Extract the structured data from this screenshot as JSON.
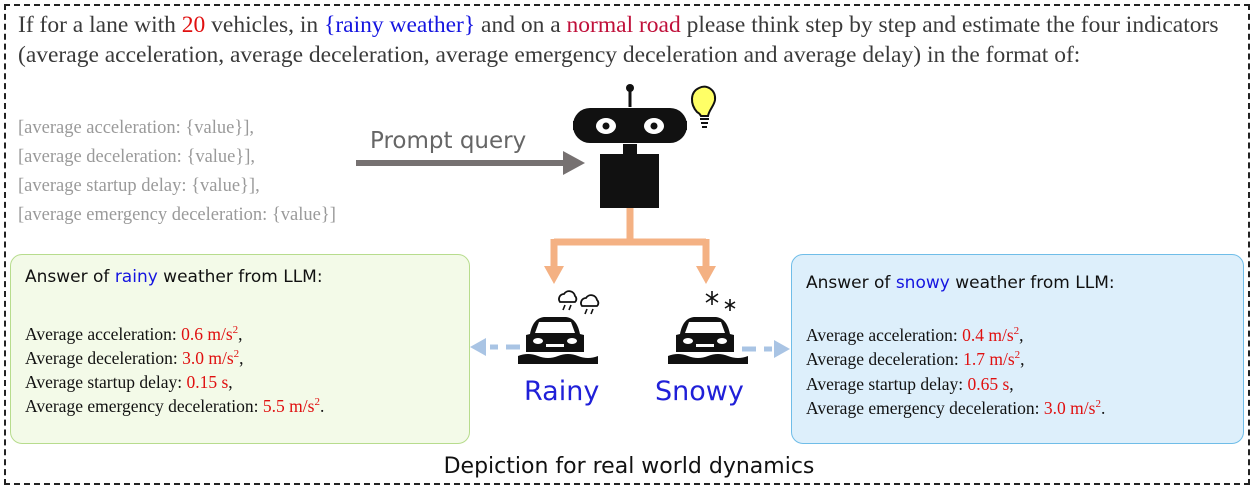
{
  "prompt": {
    "p1": "If for a lane with ",
    "vehicles": "20",
    "p2": " vehicles,  in ",
    "weather": "{rainy weather}",
    "p3": " and on a ",
    "road": "normal road",
    "p4": " please think step by step and estimate the four indicators (average acceleration, average deceleration, average emergency deceleration and average delay) in the format of:"
  },
  "format_lines": [
    "[average acceleration: {value}],",
    "[average deceleration: {value}],",
    "[average startup delay: {value}],",
    "[average emergency deceleration: {value}]"
  ],
  "prompt_query_label": "Prompt query",
  "rainy_box": {
    "title_pre": "Answer of ",
    "title_key": "rainy",
    "title_post": " weather from LLM:",
    "rows": [
      {
        "label": "Average acceleration: ",
        "value": "0.6 m/s",
        "sup": "2",
        "suffix": ","
      },
      {
        "label": "Average deceleration: ",
        "value": "3.0 m/s",
        "sup": "2",
        "suffix": ","
      },
      {
        "label": "Average startup delay: ",
        "value": "0.15 s",
        "sup": "",
        "suffix": ","
      },
      {
        "label": "Average emergency deceleration: ",
        "value": "5.5 m/s",
        "sup": "2",
        "suffix": "."
      }
    ]
  },
  "snowy_box": {
    "title_pre": "Answer of ",
    "title_key": "snowy",
    "title_post": " weather from LLM:",
    "rows": [
      {
        "label": "Average acceleration: ",
        "value": "0.4 m/s",
        "sup": "2",
        "suffix": ","
      },
      {
        "label": "Average deceleration: ",
        "value": "1.7 m/s",
        "sup": "2",
        "suffix": ","
      },
      {
        "label": "Average startup delay: ",
        "value": "0.65 s",
        "sup": "",
        "suffix": ","
      },
      {
        "label": "Average emergency deceleration: ",
        "value": "3.0 m/s",
        "sup": "2",
        "suffix": "."
      }
    ]
  },
  "rainy_label": "Rainy",
  "snowy_label": "Snowy",
  "footer": "Depiction for real world dynamics",
  "colors": {
    "value_red": "#e01010",
    "keyword_blue": "#1515e0",
    "branch_orange": "#f4b183",
    "arrow_gray": "#767171",
    "dashed_blue": "#a9c4e4"
  }
}
